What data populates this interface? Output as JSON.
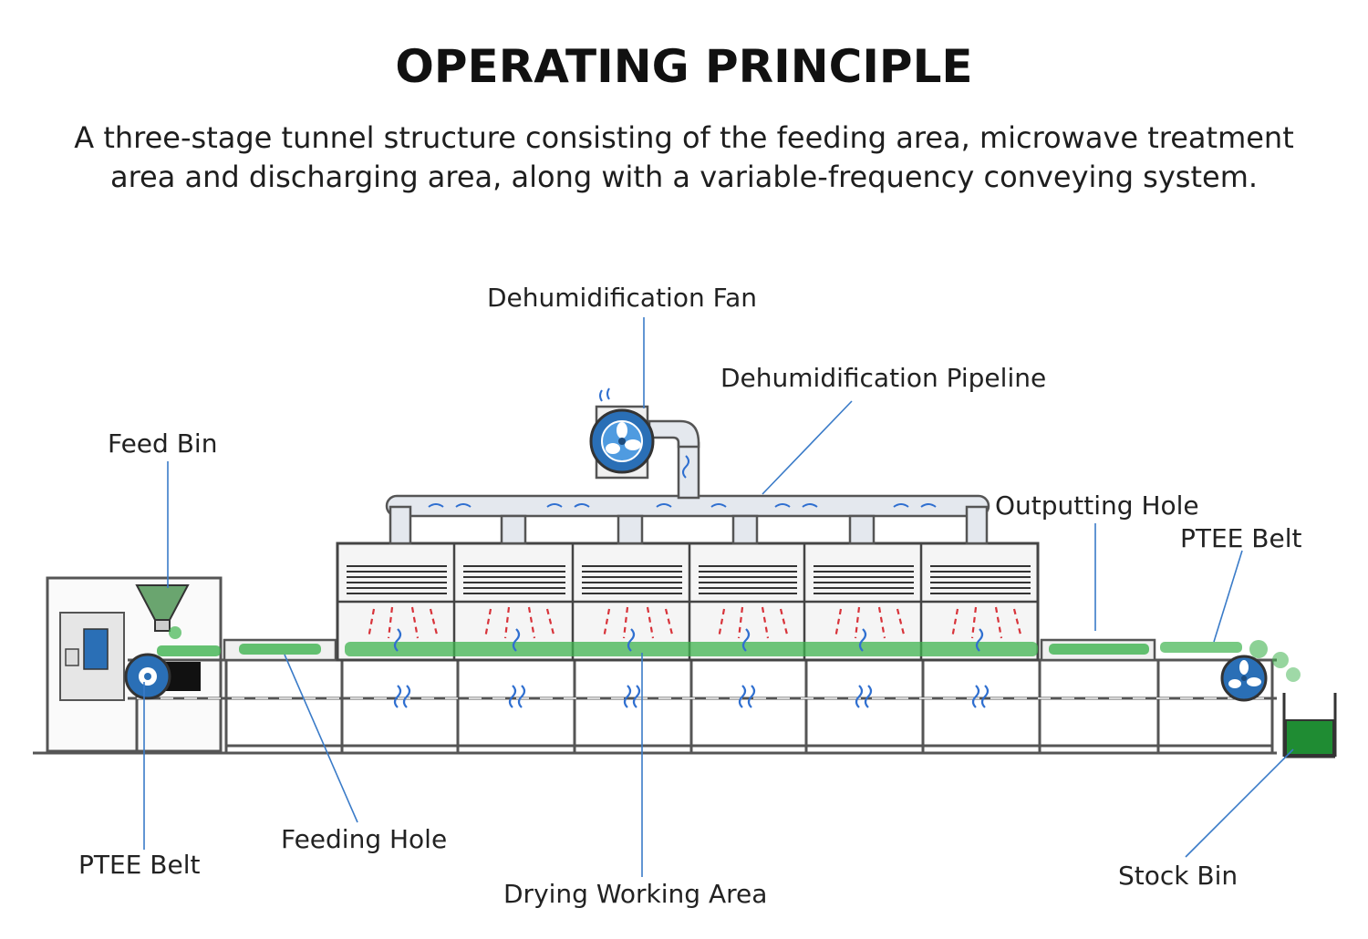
{
  "header": {
    "title": "OPERATING PRINCIPLE",
    "subtitle_line1": "A three-stage tunnel structure consisting of the feeding area, microwave treatment",
    "subtitle_line2": "area and discharging area, along with a variable-frequency conveying system."
  },
  "labels": {
    "dehumidification_fan": "Dehumidification Fan",
    "dehumidification_pipeline": "Dehumidification Pipeline",
    "feed_bin": "Feed Bin",
    "outputting_hole": "Outputting Hole",
    "ptee_belt_right": "PTEE Belt",
    "ptee_belt_left": "PTEE Belt",
    "feeding_hole": "Feeding Hole",
    "drying_working_area": "Drying Working Area",
    "stock_bin": "Stock Bin"
  },
  "colors": {
    "leader_line": "#3a7bc8",
    "frame": "#555555",
    "panel": "#eeeeee",
    "material": "#3fb34f",
    "microwave": "#d8333a",
    "vapor": "#2f6fd0",
    "roller": "#2a6fb6"
  }
}
